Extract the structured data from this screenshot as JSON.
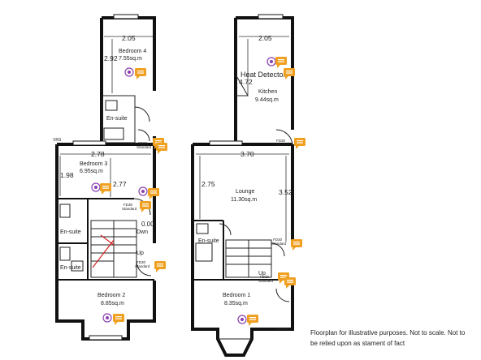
{
  "floors": {
    "first": {
      "rooms": [
        {
          "name": "Bedroom 4",
          "area": "7.55sq.m"
        },
        {
          "name": "Bedroom 3",
          "area": "6.95sq.m"
        },
        {
          "name": "Bedroom 2",
          "area": "8.85sq.m"
        }
      ],
      "ensuites": [
        "En-suite",
        "En-suite",
        "En-suite"
      ],
      "dimensions": [
        "2.05",
        "2.92",
        "2.78",
        "1.98",
        "2.77",
        "0.00"
      ],
      "stairs": {
        "down": "Dwn",
        "up": "Up"
      },
      "wall_mark": "VRS",
      "fire_doors": [
        "FD30\nStandard",
        "FD30\nStandard",
        "FD30\nStandard"
      ]
    },
    "ground": {
      "rooms": [
        {
          "name": "Kitchen",
          "area": "9.44sq.m"
        },
        {
          "name": "Lounge",
          "area": "11.30sq.m"
        },
        {
          "name": "Bedroom 1",
          "area": "8.35sq.m"
        }
      ],
      "ensuite": "En-suite",
      "dimensions": [
        "2.05",
        "4.72",
        "3.70",
        "2.75",
        "3.52"
      ],
      "stairs": {
        "up": "Up"
      },
      "heat_detector": "Heat Detector",
      "fire_doors": [
        "FD30\nStandard",
        "FD30\nStandard",
        "FD30\nStandard"
      ]
    }
  },
  "disclaimer": {
    "line1": "Floorplan for illustrative purposes. Not to scale. Not to",
    "line2": "be relied upon as stament of fact"
  },
  "colors": {
    "comment_icon": "#f0a020",
    "detector_icon": "#8a3fb0",
    "stair_arrow": "#d42020"
  }
}
